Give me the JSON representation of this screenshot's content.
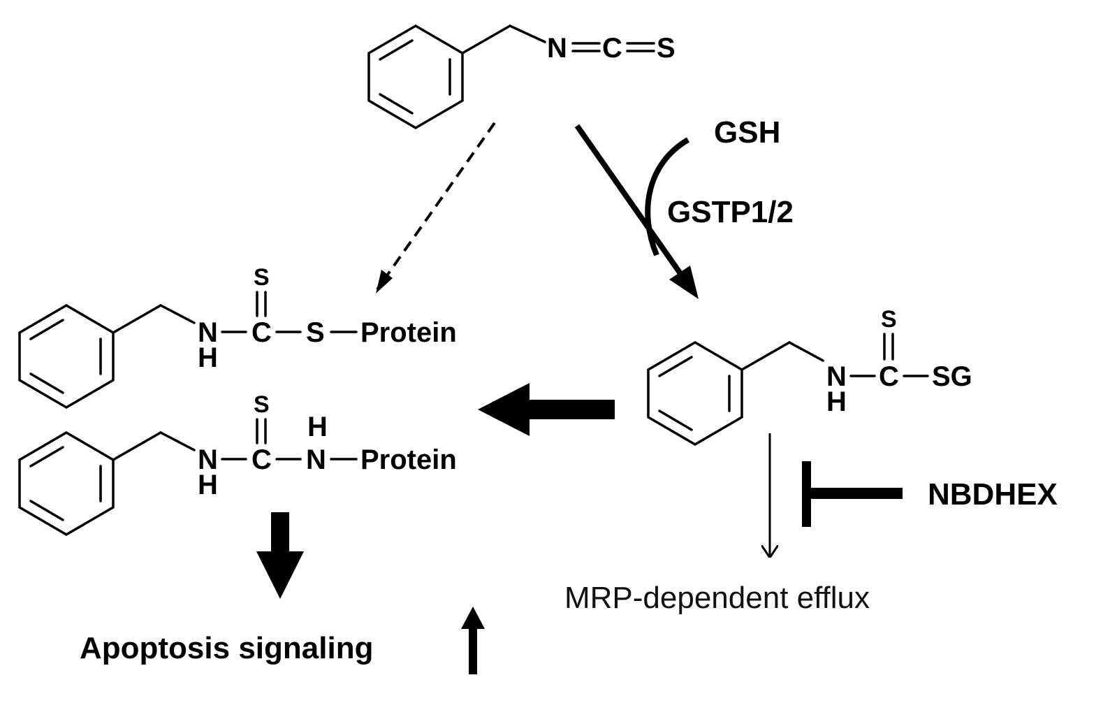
{
  "molecules": {
    "bitc": {
      "n": "N",
      "c": "C",
      "s": "S"
    },
    "dithiocarbamate": {
      "s_top": "S",
      "n": "N",
      "h": "H",
      "c": "C",
      "s": "S",
      "protein": "Protein"
    },
    "thiourea": {
      "s_top": "S",
      "n": "N",
      "h": "H",
      "c": "C",
      "n2": "N",
      "h2": "H",
      "protein": "Protein"
    },
    "gsh_conjugate": {
      "s_top": "S",
      "n": "N",
      "h": "H",
      "c": "C",
      "sg": "SG"
    }
  },
  "labels": {
    "gsh": "GSH",
    "gstp": "GSTP1/2",
    "nbdhex": "NBDHEX",
    "efflux": "MRP-dependent efflux",
    "apoptosis": "Apoptosis signaling"
  }
}
